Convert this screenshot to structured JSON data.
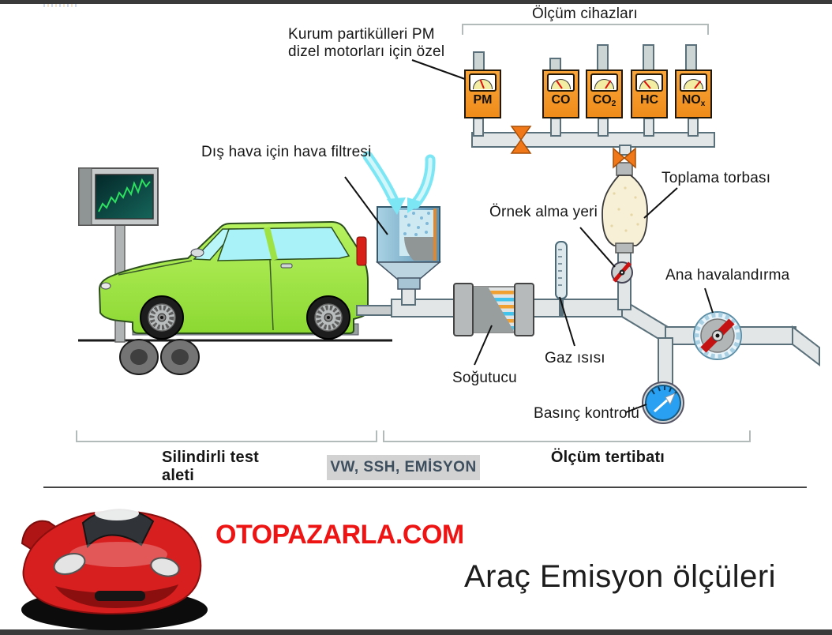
{
  "diagram": {
    "bracket_title": "Ölçüm cihazları",
    "notes": {
      "pm_line1": "Kurum partikülleri PM",
      "pm_line2": "dizel motorları için özel",
      "air_filter": "Dış hava için hava filtresi",
      "collection_bag": "Toplama torbası",
      "sampling_point": "Örnek alma yeri",
      "main_ventilation": "Ana havalandırma",
      "gas_temp": "Gaz ısısı",
      "cooler": "Soğutucu",
      "pressure": "Basınç kontrolü"
    },
    "meters": [
      {
        "label": "PM",
        "sub": ""
      },
      {
        "label": "CO",
        "sub": ""
      },
      {
        "label": "CO",
        "sub": "2"
      },
      {
        "label": "HC",
        "sub": ""
      },
      {
        "label": "NO",
        "sub": "x"
      }
    ],
    "captions": {
      "roller_line1": "Silindirli test",
      "roller_line2": "aleti",
      "vw_badge": "VW, SSH, EMİSYON",
      "assembly": "Ölçüm tertibatı"
    },
    "colors": {
      "meter_orange": "#f0941f",
      "valve_orange": "#f07818",
      "gauge_blue": "#2aa0f2",
      "car_green": "#a2e93e",
      "bag_cream": "#f8f0d6",
      "fan_red": "#c41212"
    }
  },
  "footer": {
    "brand": "OTOPAZARLA.COM",
    "title": "Araç Emisyon ölçüleri",
    "brand_color": "#ee1414"
  }
}
